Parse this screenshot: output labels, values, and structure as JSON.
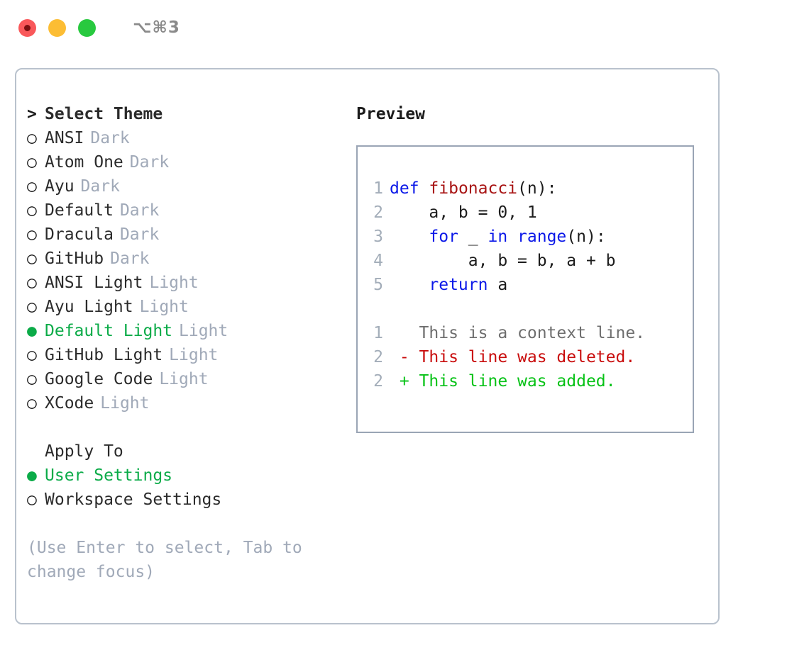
{
  "titlebar": {
    "shortcut": "⌥⌘3",
    "buttons": [
      {
        "name": "close",
        "color": "#f9585a"
      },
      {
        "name": "minimize",
        "color": "#fcbd34"
      },
      {
        "name": "maximize",
        "color": "#28c93f"
      }
    ]
  },
  "theme_list": {
    "header": {
      "prefix": ">",
      "label": "Select Theme"
    },
    "items": [
      {
        "marker": "○",
        "label": "ANSI",
        "variant": "Dark",
        "selected": false
      },
      {
        "marker": "○",
        "label": "Atom One",
        "variant": "Dark",
        "selected": false
      },
      {
        "marker": "○",
        "label": "Ayu",
        "variant": "Dark",
        "selected": false
      },
      {
        "marker": "○",
        "label": "Default",
        "variant": "Dark",
        "selected": false
      },
      {
        "marker": "○",
        "label": "Dracula",
        "variant": "Dark",
        "selected": false
      },
      {
        "marker": "○",
        "label": "GitHub",
        "variant": "Dark",
        "selected": false
      },
      {
        "marker": "○",
        "label": "ANSI Light",
        "variant": "Light",
        "selected": false
      },
      {
        "marker": "○",
        "label": "Ayu Light",
        "variant": "Light",
        "selected": false
      },
      {
        "marker": "●",
        "label": "Default Light",
        "variant": "Light",
        "selected": true
      },
      {
        "marker": "○",
        "label": "GitHub Light",
        "variant": "Light",
        "selected": false
      },
      {
        "marker": "○",
        "label": "Google Code",
        "variant": "Light",
        "selected": false
      },
      {
        "marker": "○",
        "label": "XCode",
        "variant": "Light",
        "selected": false
      }
    ]
  },
  "apply_to": {
    "header": "Apply To",
    "items": [
      {
        "marker": "●",
        "label": "User Settings",
        "selected": true
      },
      {
        "marker": "○",
        "label": "Workspace Settings",
        "selected": false
      }
    ]
  },
  "hint": "(Use Enter to select, Tab to change focus)",
  "preview": {
    "title": "Preview",
    "code_lines": [
      {
        "no": "1",
        "tokens": [
          {
            "t": "def",
            "c": "kw"
          },
          {
            "t": " ",
            "c": "plain"
          },
          {
            "t": "fibonacci",
            "c": "fn"
          },
          {
            "t": "(n):",
            "c": "plain"
          }
        ]
      },
      {
        "no": "2",
        "tokens": [
          {
            "t": "    a, b = 0, 1",
            "c": "plain"
          }
        ]
      },
      {
        "no": "3",
        "tokens": [
          {
            "t": "    ",
            "c": "plain"
          },
          {
            "t": "for",
            "c": "kw"
          },
          {
            "t": " _ ",
            "c": "plain"
          },
          {
            "t": "in",
            "c": "kw"
          },
          {
            "t": " ",
            "c": "plain"
          },
          {
            "t": "range",
            "c": "kw"
          },
          {
            "t": "(n):",
            "c": "plain"
          }
        ]
      },
      {
        "no": "4",
        "tokens": [
          {
            "t": "        a, b = b, a + b",
            "c": "plain"
          }
        ]
      },
      {
        "no": "5",
        "tokens": [
          {
            "t": "    ",
            "c": "plain"
          },
          {
            "t": "return",
            "c": "kw"
          },
          {
            "t": " a",
            "c": "plain"
          }
        ]
      }
    ],
    "diff_lines": [
      {
        "no": "1",
        "tokens": [
          {
            "t": "   This is a context line.",
            "c": "ctx"
          }
        ]
      },
      {
        "no": "2",
        "tokens": [
          {
            "t": " - This line was deleted.",
            "c": "del"
          }
        ]
      },
      {
        "no": "2",
        "tokens": [
          {
            "t": " + This line was added.",
            "c": "add"
          }
        ]
      }
    ]
  },
  "colors": {
    "selected_green": "#0bab48",
    "variant_gray": "#a0a9b8",
    "keyword_blue": "#0b18e8",
    "function_red": "#a81414",
    "diff_deleted": "#c90d0d",
    "diff_added": "#07c217",
    "panel_border": "#b9c2cd",
    "preview_border": "#9aa5b5"
  }
}
